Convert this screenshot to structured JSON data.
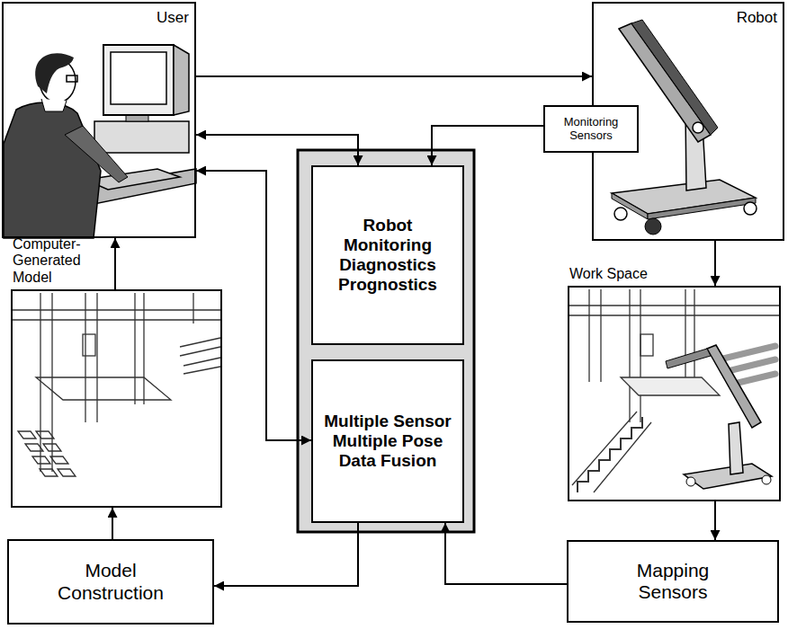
{
  "diagram": {
    "nodes": [
      {
        "text": [
          "User"
        ]
      },
      {
        "text": [
          "Robot"
        ]
      },
      {
        "text": [
          "Monitoring Sensors"
        ]
      },
      {
        "text": [
          "Robot Monitoring Diagnostics Prognostics"
        ]
      },
      {
        "text": [
          "Computer- Generated Model"
        ]
      },
      {
        "text": [
          "Work Space"
        ]
      },
      {
        "text": [
          "Multiple Sensor Multiple Pose Data Fusion"
        ]
      },
      {
        "text": [
          "Model Construction"
        ]
      },
      {
        "text": [
          "Mapping Sensors"
        ]
      }
    ],
    "edges": [
      {
        "from": 0,
        "to": 1,
        "arrow": "to"
      },
      {
        "from": 0,
        "to": 3,
        "arrow": "both"
      },
      {
        "from": 2,
        "to": 3,
        "arrow": "to"
      },
      {
        "from": 1,
        "to": 5,
        "arrow": "to"
      },
      {
        "from": 0,
        "to": 6,
        "arrow": "both"
      },
      {
        "from": 4,
        "to": 0,
        "arrow": "to"
      },
      {
        "from": 7,
        "to": 4,
        "arrow": "to"
      },
      {
        "from": 5,
        "to": 8,
        "arrow": "to"
      },
      {
        "from": 8,
        "to": 6,
        "arrow": "to"
      },
      {
        "from": 6,
        "to": 7,
        "arrow": "to"
      }
    ]
  }
}
